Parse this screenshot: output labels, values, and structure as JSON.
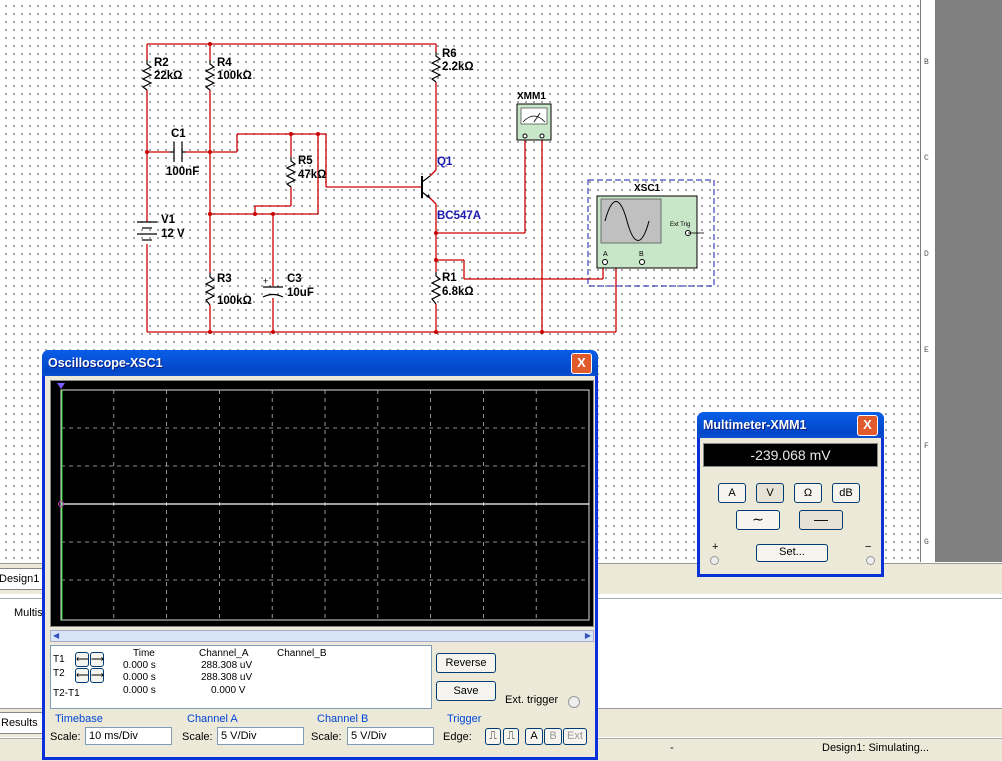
{
  "schematic": {
    "labels": {
      "r2_name": "R2",
      "r2_value": "22kΩ",
      "r4_name": "R4",
      "r4_value": "100kΩ",
      "r6_name": "R6",
      "r6_value": "2.2kΩ",
      "c1_name": "C1",
      "c1_value": "100nF",
      "r5_name": "R5",
      "r5_value": "47kΩ",
      "q1_name": "Q1",
      "q1_model": "BC547A",
      "v1_name": "V1",
      "v1_value": "12 V",
      "r3_name": "R3",
      "r3_value": "100kΩ",
      "c3_name": "C3",
      "c3_value": "10uF",
      "r1_name": "R1",
      "r1_value": "6.8kΩ",
      "xmm1_name": "XMM1",
      "xsc1_name": "XSC1",
      "xsc1_ext_trig": "Ext Trig",
      "xsc1_a": "A",
      "xsc1_b": "B"
    },
    "wire_color": "#cc0000"
  },
  "ruler_marks": [
    "B",
    "C",
    "D",
    "E",
    "F",
    "G"
  ],
  "tabs": {
    "design": "Design1",
    "results": "Results"
  },
  "output_text": "Multis",
  "status": {
    "dash": "-",
    "sim": "Design1: Simulating..."
  },
  "oscilloscope": {
    "title": "Oscilloscope-XSC1",
    "close": "X",
    "readout": {
      "headers": [
        "Time",
        "Channel_A",
        "Channel_B"
      ],
      "rows": [
        {
          "label": "T1",
          "time": "0.000 s",
          "ch_a": "288.308 uV",
          "ch_b": ""
        },
        {
          "label": "T2",
          "time": "0.000 s",
          "ch_a": "288.308 uV",
          "ch_b": ""
        },
        {
          "label": "T2-T1",
          "time": "0.000 s",
          "ch_a": "0.000 V",
          "ch_b": ""
        }
      ]
    },
    "reverse_label": "Reverse",
    "save_label": "Save",
    "ext_trigger_label": "Ext. trigger",
    "timebase": {
      "title": "Timebase",
      "scale_label": "Scale:",
      "scale_value": "10 ms/Div"
    },
    "channel_a": {
      "title": "Channel A",
      "scale_label": "Scale:",
      "scale_value": "5  V/Div"
    },
    "channel_b": {
      "title": "Channel B",
      "scale_label": "Scale:",
      "scale_value": "5  V/Div"
    },
    "trigger": {
      "title": "Trigger",
      "edge_label": "Edge:",
      "btn_a": "A",
      "btn_b": "B",
      "btn_ext": "Ext"
    },
    "trace_color": "#ffffff"
  },
  "multimeter": {
    "title": "Multimeter-XMM1",
    "close": "X",
    "display": "-239.068 mV",
    "buttons": [
      "A",
      "V",
      "Ω",
      "dB"
    ],
    "set_label": "Set...",
    "plus": "+",
    "minus": "−"
  }
}
